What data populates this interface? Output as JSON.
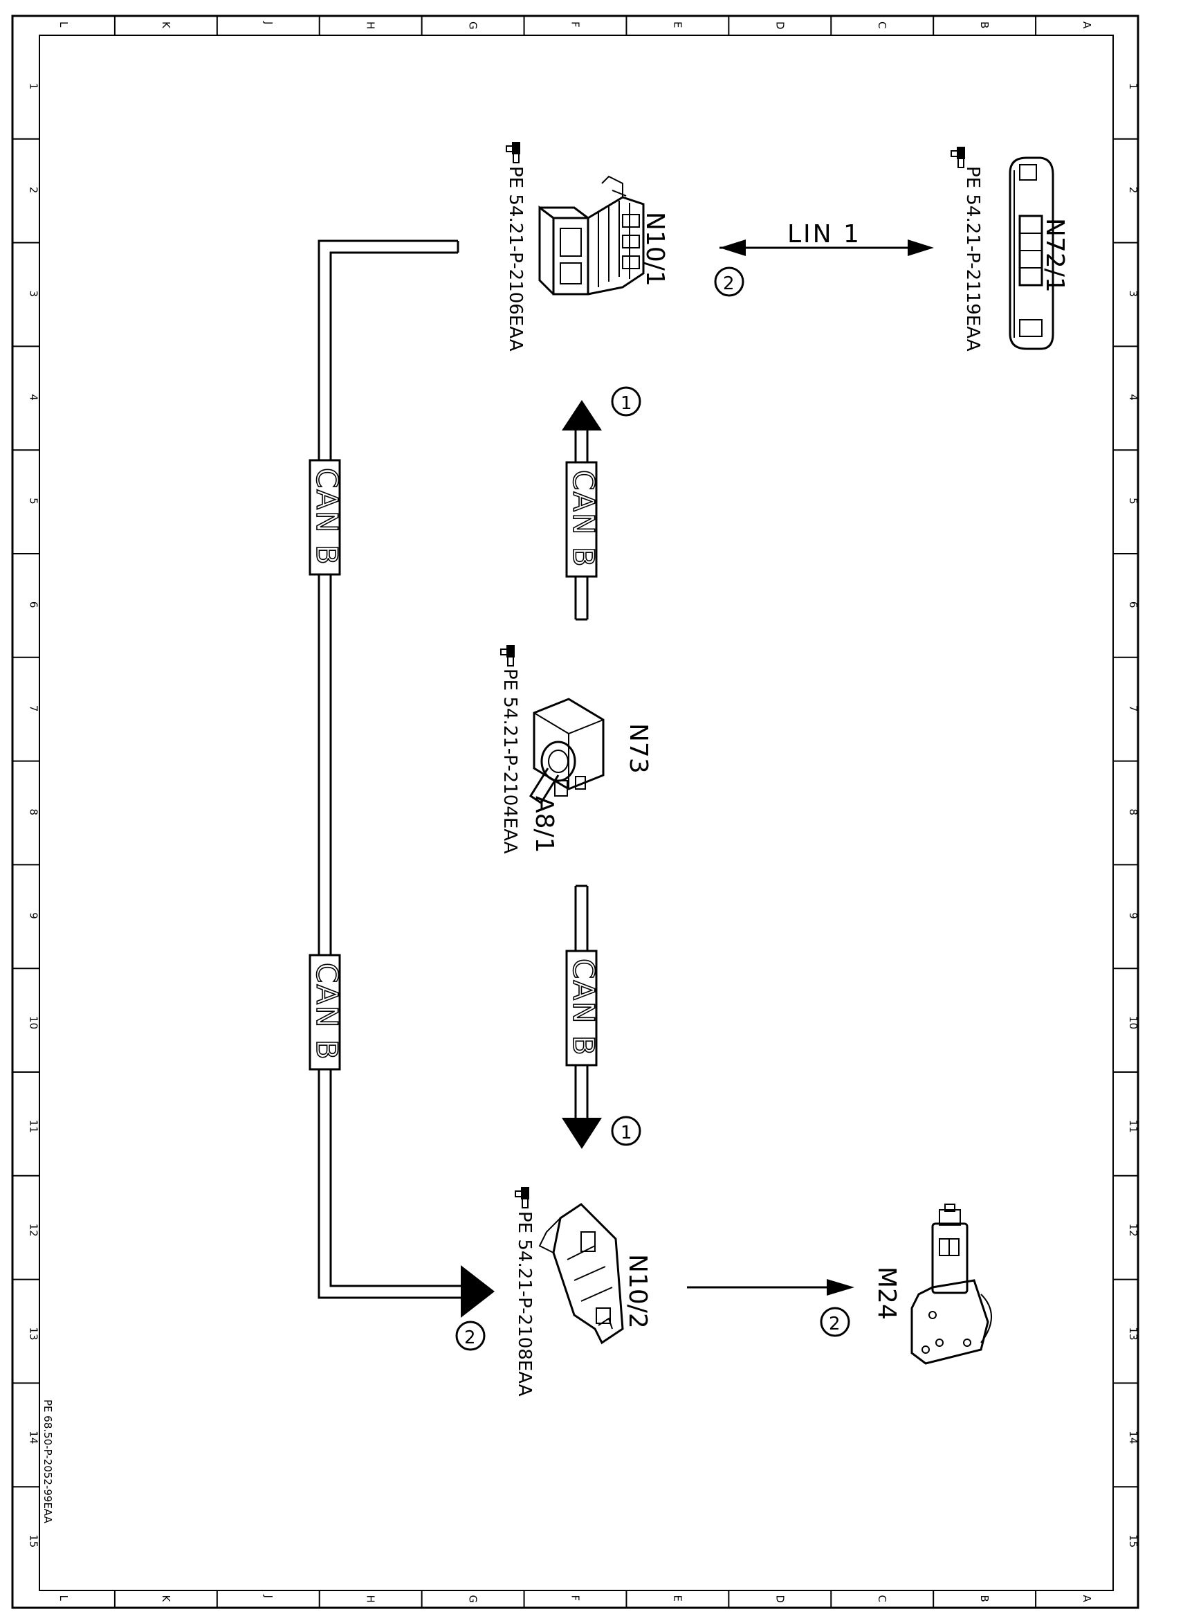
{
  "frame": {
    "col_letters": [
      "L",
      "K",
      "J",
      "H",
      "G",
      "F",
      "E",
      "D",
      "C",
      "B",
      "A"
    ],
    "row_numbers": [
      "1",
      "2",
      "3",
      "4",
      "5",
      "6",
      "7",
      "8",
      "9",
      "10",
      "11",
      "12",
      "13",
      "14",
      "15"
    ],
    "doc_ref": "PE 68.50-P-2052-99EAA"
  },
  "components": {
    "n72_1": {
      "label": "N72/1",
      "ref": "PE 54.21-P-2119EAA",
      "icon": "control-panel-icon"
    },
    "n10_1": {
      "label": "N10/1",
      "ref": "PE 54.21-P-2106EAA",
      "icon": "connector-module-icon"
    },
    "n73": {
      "label": "N73",
      "ref": "PE 54.21-P-2104EAA",
      "icon": "ignition-switch-icon"
    },
    "a8_1": {
      "label": "A8/1"
    },
    "n10_2": {
      "label": "N10/2",
      "ref": "PE 54.21-P-2108EAA",
      "icon": "rear-module-icon"
    },
    "m24": {
      "label": "M24",
      "icon": "actuator-motor-icon"
    }
  },
  "buses": {
    "lin1": "LIN 1",
    "can_b": "CAN B"
  },
  "markers": {
    "lin_marker": "2",
    "can_up_marker": "1",
    "can_down_marker": "1",
    "can_left_marker": "2",
    "m24_marker": "2"
  },
  "colors": {
    "ink": "#000000",
    "paper": "#ffffff"
  }
}
